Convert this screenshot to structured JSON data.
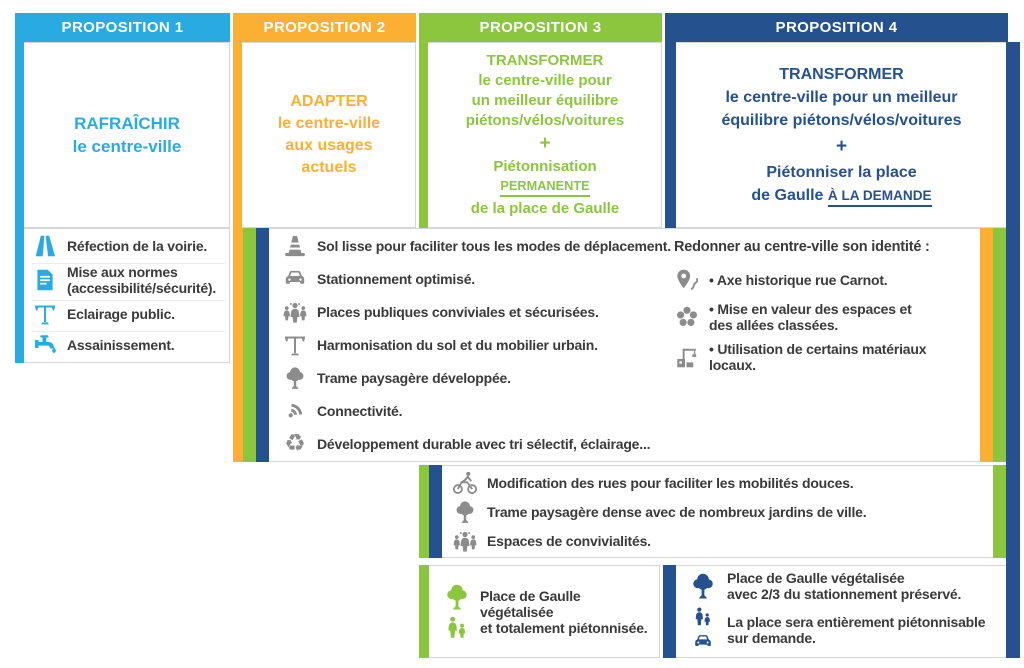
{
  "colors": {
    "cyan": "#29ABE2",
    "yellow": "#FBB034",
    "green": "#8CC63F",
    "navy": "#26518F",
    "icon_gray": "#8C8C8C",
    "text": "#3A3A3A"
  },
  "headers": [
    "PROPOSITION 1",
    "PROPOSITION 2",
    "PROPOSITION 3",
    "PROPOSITION 4"
  ],
  "p1": {
    "title": [
      "RAFRAÎCHIR",
      "le centre-ville"
    ],
    "items": [
      {
        "icon": "road",
        "text": "Réfection de la voirie."
      },
      {
        "icon": "document",
        "text": "Mise aux normes (accessibilité/sécurité)."
      },
      {
        "icon": "streetlamp",
        "text": "Eclairage public."
      },
      {
        "icon": "faucet",
        "text": "Assainissement."
      }
    ]
  },
  "p2": {
    "title": [
      "ADAPTER",
      "le centre-ville",
      "aux usages",
      "actuels"
    ]
  },
  "p3": {
    "title": [
      "TRANSFORMER",
      "le centre-ville pour",
      "un meilleur équilibre",
      "piétons/vélos/voitures",
      "+",
      "Piétonnisation",
      "PERMANENTE",
      "de la place de Gaulle"
    ],
    "bottom": {
      "line1": "Place de Gaulle végétalisée",
      "line2": "et totalement piétonnisée."
    }
  },
  "p4": {
    "title": [
      "TRANSFORMER",
      "le centre-ville pour un meilleur",
      "équilibre piétons/vélos/voitures",
      "+",
      "Piétonniser la place"
    ],
    "title_last_prefix": "de Gaulle",
    "title_last_underlined": "À LA DEMANDE",
    "bottom": [
      {
        "line1": "Place de Gaulle végétalisée",
        "line2": "avec 2/3 du stationnement préservé."
      },
      {
        "line1": "La place sera entièrement piétonnisable",
        "line2": "sur demande."
      }
    ]
  },
  "shared": {
    "items": [
      {
        "icon": "cone",
        "text": "Sol lisse pour faciliter tous les modes de déplacement."
      },
      {
        "icon": "car",
        "text": "Stationnement optimisé."
      },
      {
        "icon": "people",
        "text": "Places publiques conviviales et sécurisées."
      },
      {
        "icon": "streetlamp",
        "text": "Harmonisation du sol et du mobilier urbain."
      },
      {
        "icon": "tree",
        "text": "Trame paysagère développée."
      },
      {
        "icon": "wifi",
        "text": "Connectivité."
      },
      {
        "icon": "recycle",
        "text": "Développement durable avec tri sélectif, éclairage..."
      }
    ]
  },
  "identity": {
    "heading": "Redonner au centre-ville son identité :",
    "items": [
      {
        "icon": "map-pin-route",
        "text": "• Axe historique rue Carnot."
      },
      {
        "icon": "flower",
        "text": "• Mise en valeur des espaces et des allées classées."
      },
      {
        "icon": "building-crane",
        "text": "• Utilisation de certains matériaux locaux."
      }
    ]
  },
  "mobility": {
    "items": [
      {
        "icon": "bicycle",
        "text": "Modification des rues pour faciliter les mobilités douces."
      },
      {
        "icon": "tree",
        "text": "Trame paysagère dense avec de nombreux jardins de ville."
      },
      {
        "icon": "people",
        "text": "Espaces de convivialités."
      }
    ]
  },
  "recycle_glyph": "♻"
}
